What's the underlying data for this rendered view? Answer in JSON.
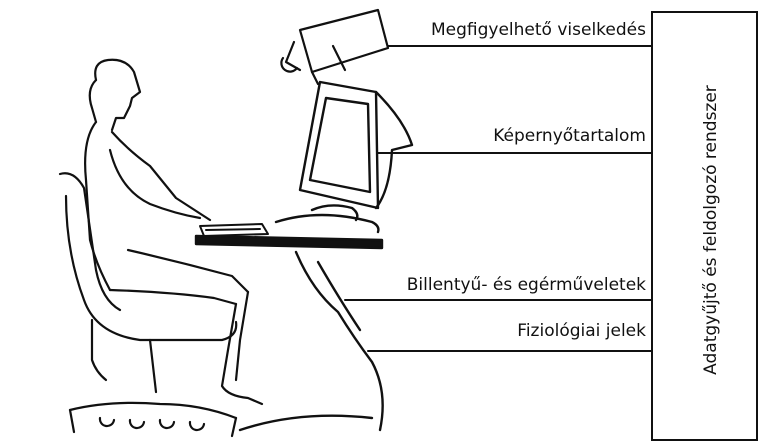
{
  "labels": {
    "behavior": "Megfigyelhető viselkedés",
    "screen": "Képernyőtartalom",
    "input": "Billentyű- és egérműveletek",
    "physio": "Fiziológiai jelek"
  },
  "system_box": {
    "label": "Adatgyűjtő és feldolgozó rendszer"
  },
  "colors": {
    "ink": "#111111",
    "background": "#ffffff"
  }
}
